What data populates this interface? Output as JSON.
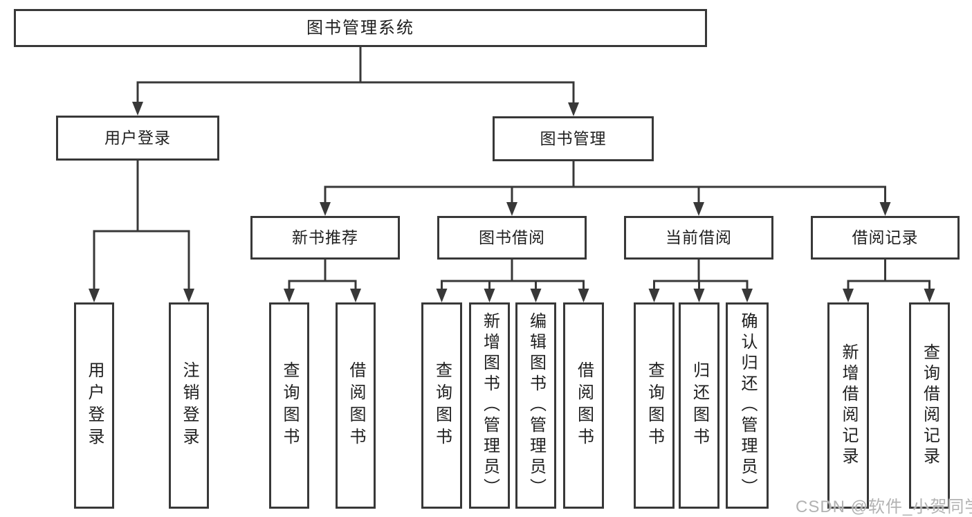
{
  "diagram": {
    "type": "hierarchy-tree",
    "title": "图书管理系统",
    "line_color": "#383838",
    "text_color": "#1f1f1f",
    "background_color": "#ffffff",
    "nodes": {
      "root": {
        "label": "图书管理系统"
      },
      "level2": [
        {
          "label": "用户登录"
        },
        {
          "label": "图书管理"
        }
      ],
      "level3": [
        {
          "label": "新书推荐"
        },
        {
          "label": "图书借阅"
        },
        {
          "label": "当前借阅"
        },
        {
          "label": "借阅记录"
        }
      ],
      "leaves": [
        {
          "label": "用户登录",
          "parent": "用户登录"
        },
        {
          "label": "注销登录",
          "parent": "用户登录"
        },
        {
          "label": "查询图书",
          "parent": "新书推荐"
        },
        {
          "label": "借阅图书",
          "parent": "新书推荐"
        },
        {
          "label": "查询图书",
          "parent": "图书借阅"
        },
        {
          "label": "新增图书（管理员）",
          "parent": "图书借阅"
        },
        {
          "label": "编辑图书（管理员）",
          "parent": "图书借阅"
        },
        {
          "label": "借阅图书",
          "parent": "图书借阅"
        },
        {
          "label": "查询图书",
          "parent": "当前借阅"
        },
        {
          "label": "归还图书",
          "parent": "当前借阅"
        },
        {
          "label": "确认归还（管理员）",
          "parent": "当前借阅"
        },
        {
          "label": "新增借阅记录",
          "parent": "借阅记录"
        },
        {
          "label": "查询借阅记录",
          "parent": "借阅记录"
        }
      ]
    },
    "structure": {
      "图书管理系统": [
        "用户登录",
        "图书管理"
      ],
      "用户登录": [
        "用户登录",
        "注销登录"
      ],
      "图书管理": [
        "新书推荐",
        "图书借阅",
        "当前借阅",
        "借阅记录"
      ],
      "新书推荐": [
        "查询图书",
        "借阅图书"
      ],
      "图书借阅": [
        "查询图书",
        "新增图书（管理员）",
        "编辑图书（管理员）",
        "借阅图书"
      ],
      "当前借阅": [
        "查询图书",
        "归还图书",
        "确认归还（管理员）"
      ],
      "借阅记录": [
        "新增借阅记录",
        "查询借阅记录"
      ]
    }
  },
  "watermark": {
    "text": "CSDN @软件_小贺同学",
    "color": "#b2b2b2"
  }
}
